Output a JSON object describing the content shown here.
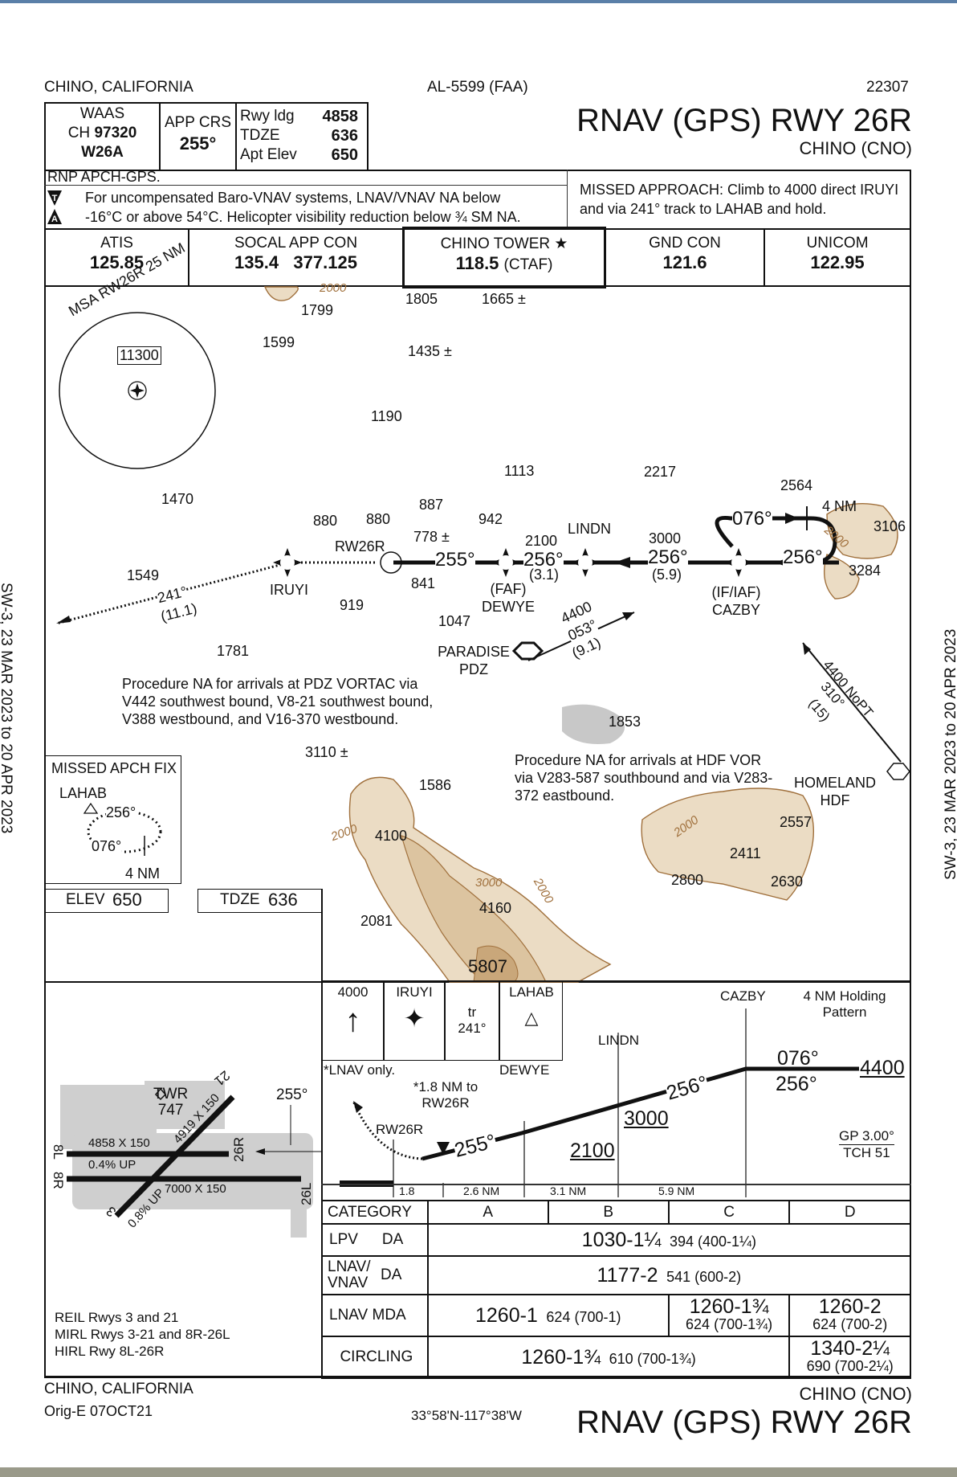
{
  "header": {
    "location": "CHINO, CALIFORNIA",
    "chart_id": "AL-5599 (FAA)",
    "cycle": "22307",
    "title": "RNAV (GPS) RWY 26R",
    "airport": "CHINO (CNO)"
  },
  "briefing": {
    "waas_label": "WAAS",
    "ch_label": "CH",
    "ch_value": "97320",
    "waas_id": "W26A",
    "app_crs_label": "APP CRS",
    "app_crs_value": "255°",
    "rwy_ldg_label": "Rwy ldg",
    "rwy_ldg_value": "4858",
    "tdze_label": "TDZE",
    "tdze_value": "636",
    "apt_elev_label": "Apt Elev",
    "apt_elev_value": "650",
    "rnp_note": "RNP APCH-GPS.",
    "note_line1": "For uncompensated  Baro-VNAV systems, LNAV/VNAV NA below",
    "note_line2": "-16°C or above 54°C.  Helicopter visibility reduction below ¾ SM NA.",
    "takeoff_icon": "T",
    "alternate_icon": "A",
    "missed_approach": "MISSED APPROACH:  Climb to 4000 direct IRUYI and via 241° track to LAHAB and hold."
  },
  "comms": [
    {
      "label": "ATIS",
      "value": "125.85"
    },
    {
      "label": "SOCAL APP CON",
      "value": "135.4   377.125"
    },
    {
      "label": "CHINO TOWER ★",
      "value": "118.5",
      "suffix": "(CTAF)"
    },
    {
      "label": "GND CON",
      "value": "121.6"
    },
    {
      "label": "UNICOM",
      "value": "122.95"
    }
  ],
  "plan": {
    "msa_label": "MSA RW26R 25 NM",
    "msa_value": "11300",
    "obstacles": [
      "1799",
      "1805",
      "1665 ±",
      "1599",
      "1435 ±",
      "1190",
      "1113",
      "2217",
      "2564",
      "1470",
      "880",
      "880",
      "887",
      "942",
      "778 ±",
      "841",
      "919",
      "1047",
      "1549",
      "1781",
      "3110 ±",
      "1586",
      "4100",
      "2081",
      "4160",
      "5807",
      "1853",
      "3106",
      "3284",
      "2557",
      "2411",
      "2800",
      "2630"
    ],
    "contours": [
      "2000",
      "2000",
      "3000",
      "2000",
      "2000",
      "2000"
    ],
    "fixes": {
      "iruyi": "IRUYI",
      "rw26r": "RW26R",
      "dewye_role": "(FAF)",
      "dewye": "DEWYE",
      "lindn": "LINDN",
      "cazby_role": "(IF/IAF)",
      "cazby": "CAZBY",
      "paradise": "PARADISE",
      "pdz": "PDZ",
      "homeland": "HOMELAND",
      "hdf": "HDF"
    },
    "legs": {
      "final_crs": "255°",
      "dewye_lindn_alt": "2100",
      "dewye_lindn_crs": "256°",
      "dewye_lindn_dist": "(3.1)",
      "lindn_cazby_alt": "3000",
      "lindn_cazby_crs": "256°",
      "lindn_cazby_dist": "(5.9)",
      "missed_crs": "241°",
      "missed_dist": "(11.1)",
      "pdz_alt": "4400",
      "pdz_crs": "053°",
      "pdz_dist": "(9.1)",
      "hdf_leg": "4400 NoPT",
      "hdf_crs": "310°",
      "hdf_dist": "(15)",
      "hold_out": "076°",
      "hold_in": "256°",
      "hold_len": "4 NM"
    },
    "note_pdz": "Procedure NA for arrivals at PDZ VORTAC via V442 southwest bound, V8-21 southwest bound, V388 westbound, and V16-370 westbound.",
    "note_hdf": "Procedure NA for arrivals at HDF VOR via V283-587 southbound and via V283-372 eastbound.",
    "missed_fix_box": {
      "title": "MISSED APCH FIX",
      "fix": "LAHAB",
      "inbound": "256°",
      "outbound": "076°",
      "length": "4 NM"
    }
  },
  "airport_diagram": {
    "elev_label": "ELEV",
    "elev_value": "650",
    "tdze_label": "TDZE",
    "tdze_value": "636",
    "twr_label": "TWR",
    "twr_elev": "747",
    "final_crs": "255°",
    "rwy_8l_26r": "4858 X 150",
    "rwy_3_21": "4919 X 150",
    "rwy_8r_26l": "7000 X 150",
    "grad_8l": "0.4% UP",
    "grad_3": "0.8% UP",
    "rwy_labels": [
      "8L",
      "8R",
      "26R",
      "26L",
      "3",
      "21"
    ],
    "parking_icon": "P",
    "lighting": [
      "REIL Rwys 3 and 21",
      "MIRL Rwys 3-21 and 8R-26L",
      "HIRL Rwy 8L-26R"
    ]
  },
  "profile": {
    "missed_icons": {
      "climb": "4000",
      "fix1": "IRUYI",
      "track_label": "tr",
      "track": "241°",
      "fix2": "LAHAB"
    },
    "lnav_note": "*LNAV only.",
    "vdp_note": "*1.8 NM to RW26R",
    "rw26r": "RW26R",
    "dewye": "DEWYE",
    "lindn": "LINDN",
    "cazby": "CAZBY",
    "hold_label": "4 NM Holding Pattern",
    "final_crs": "255°",
    "seg_crs": "256°",
    "alt_dewye": "2100",
    "alt_lindn": "3000",
    "hold_out": "076°",
    "hold_in": "256°",
    "alt_hold": "4400",
    "gp": "GP 3.00°",
    "tch": "TCH 51",
    "distances": [
      "1.8",
      "2.6 NM",
      "3.1 NM",
      "5.9 NM"
    ]
  },
  "minima": {
    "headers": [
      "CATEGORY",
      "A",
      "B",
      "C",
      "D"
    ],
    "lpv": {
      "label": "LPV",
      "type": "DA",
      "main": "1030-1¼",
      "sub": "394 (400-1¼)"
    },
    "lnav_vnav": {
      "label": "LNAV/ VNAV",
      "type": "DA",
      "main": "1177-2",
      "sub": "541 (600-2)"
    },
    "lnav": {
      "label": "LNAV  MDA",
      "ab_main": "1260-1",
      "ab_sub": "624 (700-1)",
      "c_main": "1260-1¾",
      "c_sub": "624 (700-1¾)",
      "d_main": "1260-2",
      "d_sub": "624 (700-2)"
    },
    "circling": {
      "label": "CIRCLING",
      "abc_main": "1260-1¾",
      "abc_sub": "610 (700-1¾)",
      "d_main": "1340-2¼",
      "d_sub": "690 (700-2¼)"
    }
  },
  "footer": {
    "location": "CHINO, CALIFORNIA",
    "amendment": "Orig-E  07OCT21",
    "coords": "33°58'N-117°38'W",
    "airport": "CHINO (CNO)",
    "title": "RNAV (GPS) RWY 26R"
  },
  "margin": {
    "validity": "SW-3,  23 MAR 2023  to  20 APR 2023"
  }
}
